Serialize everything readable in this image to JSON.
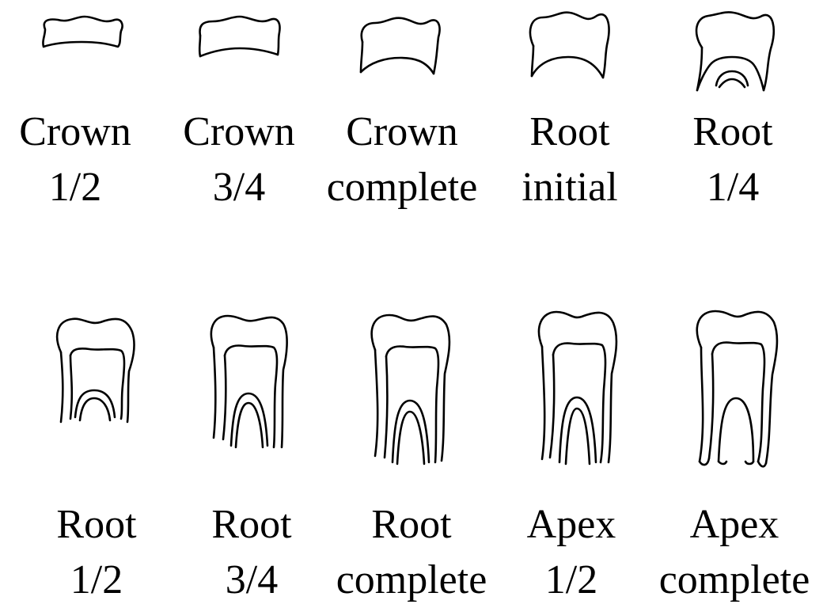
{
  "stages": [
    {
      "line1": "Crown",
      "line2": "1/2"
    },
    {
      "line1": "Crown",
      "line2": "3/4"
    },
    {
      "line1": "Crown",
      "line2": "complete"
    },
    {
      "line1": "Root",
      "line2": "initial"
    },
    {
      "line1": "Root",
      "line2": "1/4"
    },
    {
      "line1": "Root",
      "line2": "1/2"
    },
    {
      "line1": "Root",
      "line2": "3/4"
    },
    {
      "line1": "Root",
      "line2": "complete"
    },
    {
      "line1": "Apex",
      "line2": "1/2"
    },
    {
      "line1": "Apex",
      "line2": "complete"
    }
  ]
}
